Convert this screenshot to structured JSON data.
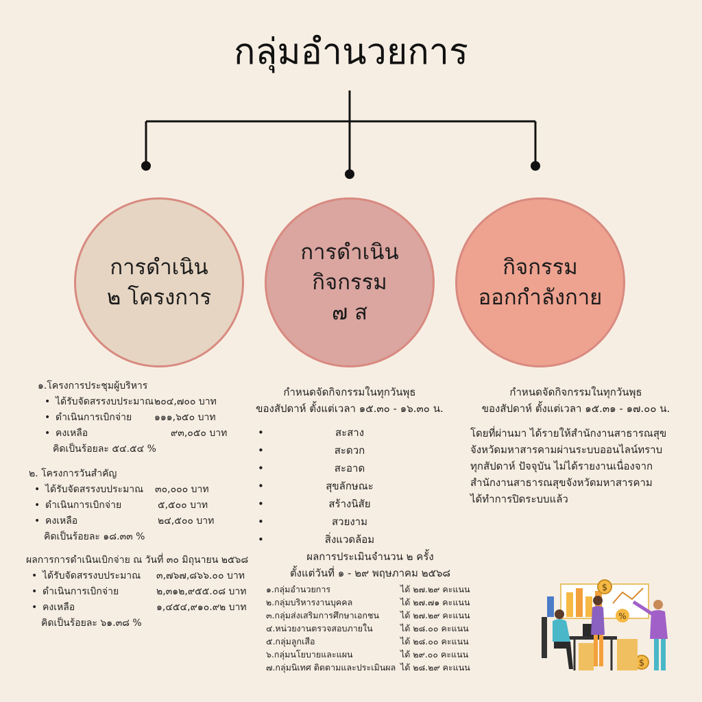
{
  "title": "กลุ่มอำนวยการ",
  "colors": {
    "background": "#f7eee3",
    "circle_left": "#e6d5c2",
    "circle_mid": "#dba5a0",
    "circle_right": "#eea290",
    "circle_border": "#d88a80"
  },
  "circles": [
    {
      "text": "การดำเนิน\n๒ โครงการ"
    },
    {
      "text": "การดำเนิน\nกิจกรรม\n๗ ส"
    },
    {
      "text": "กิจกรรม\nออกกำลังกาย"
    }
  ],
  "left": {
    "p1_title": "๑.โครงการประชุมผู้บริหาร",
    "p1_rows": [
      {
        "label": "ได้รับจัดสรรงบประมาณ",
        "value": "๒๐๔,๗๐๐ บาท"
      },
      {
        "label": "ดำเนินการเบิกจ่าย",
        "value": "๑๑๑,๖๕๐  บาท"
      },
      {
        "label": "คงเหลือ",
        "value": "๙๓,๐๕๐  บาท"
      }
    ],
    "p1_percent": "คิดเป็นร้อยละ  ๕๔.๕๔ %",
    "p2_title": "๒. โครงการวันสำคัญ",
    "p2_rows": [
      {
        "label": "ได้รับจัดสรรงบประมาณ",
        "value": "๓๐,๐๐๐  บาท"
      },
      {
        "label": "ดำเนินการเบิกจ่าย",
        "value": "๕,๕๐๐ บาท"
      },
      {
        "label": "คงเหลือ",
        "value": "๒๔,๕๐๐ บาท"
      }
    ],
    "p2_percent": "คิดเป็นร้อยละ  ๑๘.๓๓ %",
    "p3_title": "ผลการการดำเนินเบิกจ่าย ณ วันที่ ๓๐ มิถุนายน ๒๕๖๘",
    "p3_rows": [
      {
        "label": "ได้รับจัดสรรงบประมาณ",
        "value": "๓,๗๖๗,๘๖๖.๐๐ บาท"
      },
      {
        "label": "ดำเนินการเบิกจ่าย",
        "value": "๒,๓๑๒,๙๕๕.๐๘ บาท"
      },
      {
        "label": "คงเหลือ",
        "value": "๑,๔๕๔,๙๑๐.๙๒ บาท"
      }
    ],
    "p3_percent": "คิดเป็นร้อยละ ๖๑.๓๘ %"
  },
  "middle": {
    "schedule_line1": "กำหนดจัดกิจกรรมในทุกวันพุธ",
    "schedule_line2": "ของสัปดาห์ ตั้งแต่เวลา ๑๕.๓๐ - ๑๖.๓๐ น.",
    "items": [
      "สะสาง",
      "สะดวก",
      "สะอาด",
      "สุขลักษณะ",
      "สร้างนิสัย",
      "สวยงาม",
      "สิ่งแวดล้อม"
    ],
    "eval_line1": "ผลการประเมินจำนวน ๒ ครั้ง",
    "eval_line2": "ตั้งแต่วันที่ ๑ - ๒๙ พฤษภาคม ๒๕๖๘",
    "scores": [
      {
        "name": "๑.กลุ่มอำนวยการ",
        "score": "ได้ ๒๗.๒๙  คะแนน"
      },
      {
        "name": "๒.กลุ่มบริหารงานบุคคล",
        "score": "ได้ ๒๗.๗๑  คะแนน"
      },
      {
        "name": "๓.กลุ่มส่งเสริมการศึกษาเอกชน",
        "score": "ได้ ๒๗.๒๙  คะแนน"
      },
      {
        "name": "๔.หน่วยงานตรวจสอบภายใน",
        "score": " ได้ ๒๘.๐๐  คะแนน"
      },
      {
        "name": "๕.กลุ่มลูกเสือ",
        "score": " ได้ ๒๘.๐๐  คะแนน"
      },
      {
        "name": "๖.กลุ่มนโยบายและแผน",
        "score": " ได้ ๒๙.๐๐  คะแนน"
      },
      {
        "name": "๗.กลุ่มนิเทศ ติดตามและประเมินผล",
        "score": "ได้ ๒๘.๒๙  คะแนน"
      }
    ]
  },
  "right": {
    "schedule_line1": "กำหนดจัดกิจกรรมในทุกวันพุธ",
    "schedule_line2": "ของสัปดาห์ ตั้งแต่เวลา ๑๕.๓๑ - ๑๗.๐๐ น.",
    "para_lines": [
      "โดยที่ผ่านมา ได้รายให้สำนักงานสาธารณสุข",
      "จังหวัดมหาสารคามผ่านระบบออนไลน์ทราบ",
      "ทุกสัปดาห์ ปัจจุบัน ไม่ได้รายงานเนื่องจาก",
      "สำนักงานสาธารณสุขจังหวัดมหาสารคาม",
      "ได้ทำการปิดระบบแล้ว"
    ]
  },
  "illustration": {
    "icon": "finance-team-illustration",
    "coin_symbol": "$",
    "percent_symbol": "%"
  }
}
